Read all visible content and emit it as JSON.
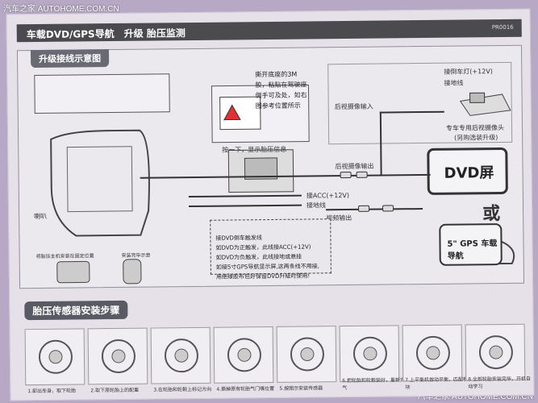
{
  "watermark_top": "汽车之家 AUTOHOME.COM.CN",
  "watermark_bottom": "汽车之家 AUTOHOME.COM.CN",
  "header": {
    "title": "车载DVD/GPS导航　升级 胎压监测",
    "code": "PR0016"
  },
  "wiring": {
    "section_title": "升级接线示意图",
    "label_rear_cam_in": "后视摄像输入",
    "label_cam_power": "接倒车灯(+12V)",
    "label_ground": "接地线",
    "label_cam_spec": "专车专用后视摄像头",
    "label_cam_opt": "(另购选装升级)",
    "label_display": "DVD屏",
    "label_or": "或",
    "label_gps": "5\" GPS 车载导航",
    "label_acc": "接ACC(+12V)",
    "label_ground2": "接地线",
    "label_video_out": "视频输出",
    "label_module": "后视摄像输出",
    "sticker_note": "撕开底座的3M胶，粘贴在驾驶座侧手可及处，如右图参考位置所示",
    "sticker_caption": "按一下，显示胎压信息",
    "dvd_note": "接DVD倒车触发线\n如DVD为正触发，此线接ACC(+12V)\n如DVD为负触发，此线接地或悬挂\n如接5寸GPS导航显示屏,这两条线不用接,\n用绝缘胶布包好保留DVD升级时使用!",
    "label_horn": "喇叭",
    "label_mount": "将胎压主机安装在固定位置",
    "label_install": "安装完毕示意"
  },
  "install": {
    "section_title": "胎压传感器安装步骤",
    "steps": [
      "1.卸出车身，取下轮胎",
      "2.取下原轮胎上的配重",
      "3.在轮胎和轮毂上标记方向",
      "4.撕掉原有轮胎气门嘴位置",
      "5.按图示安装传感器",
      "6.把轮胎和轮毂装好，重新充气",
      "7.上平衡机做动平衡，匹配模块",
      "8.全部轮胎安装完毕，开机自动学习"
    ]
  }
}
